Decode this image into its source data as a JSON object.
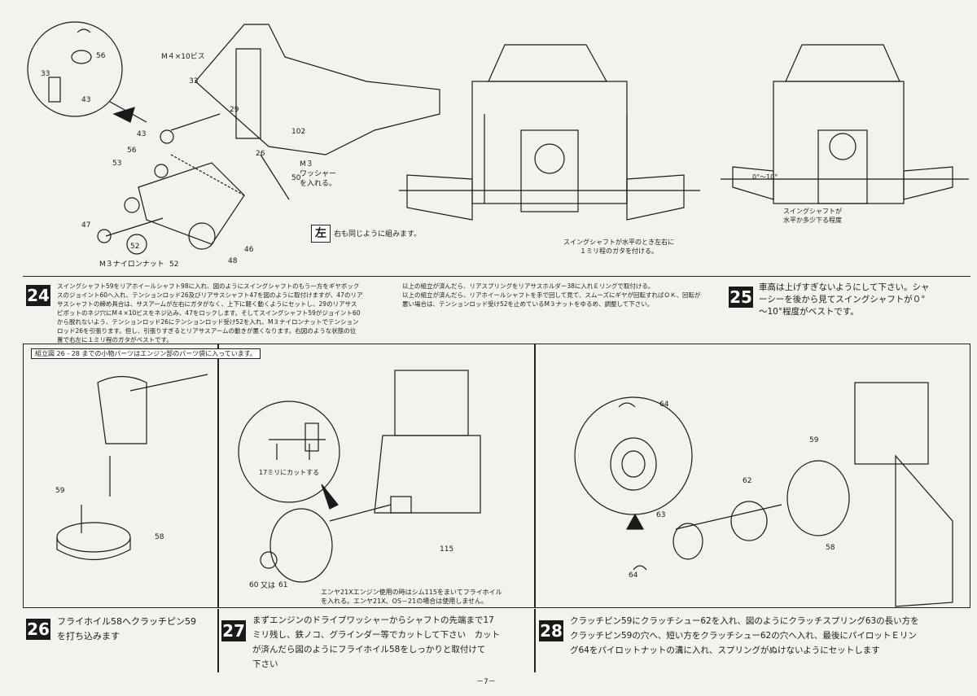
{
  "colors": {
    "ink": "#1a1a1a",
    "paper": "#f4f2ec"
  },
  "top": {
    "callouts": {
      "m4_screw": "M４×10ビス",
      "m3_washer": "M３\nワッシャー\nを入れる。",
      "m3_nylon_nut": "M３ナイロンナット",
      "left_badge": "左",
      "left_note": "右も同じように組みます。",
      "level_note": "スイングシャフトが水平のとき左右に\n１ミリ程のガタを付ける。",
      "angle_label": "0°〜10°",
      "angle_note": "スイングシャフトが\n水平か多少下る程度"
    },
    "parts": [
      "56",
      "33",
      "43",
      "33",
      "29",
      "102",
      "43",
      "56",
      "26",
      "53",
      "50",
      "47",
      "52",
      "52",
      "48",
      "46"
    ]
  },
  "step24": {
    "number": "24",
    "text_a": "スイングシャフト59をリアホイールシャフト98に入れ、図のようにスイングシャフトのもう一方をギヤボック\nスのジョイント60へ入れ、テンションロッド26及びリアサスシャフト47を図のように取付けますが、47のリア\nサスシャフトの締め具合は、サスアームが左右にガタがなく、上下に軽く動くようにセットし、29のリアサス\nピボットのネジ穴にM４×10ビスをネジ込み、47をロックします。そしてスイングシャフト59がジョイント60\nから脱れないよう、テンションロッド26にテンションロッド受け52を入れ、M３ナイロンナットでテンション\nロッド26を引張ります。但し、引張りすぎるとリアサスアームの動きが悪くなります。右図のような状態の位\n置で右左に１ミリ程のガタがベストです。",
    "text_b": "以上の組立が済んだら、リアスプリングをリアサスホルダー38に入れＥリングで取付ける。\n以上の組立が済んだら、リアホイールシャフトを手で回して見て、スムーズにギヤが回転すればＯＫ、回転が\n悪い場合は、テンションロッド受け52を止めているM３ナットをゆるめ、調整して下さい。"
  },
  "step25": {
    "number": "25",
    "text": "車高は上げすぎないようにして下さい。シャ\nーシーを後から見てスイングシャフトが０°\n〜10°程度がベストです。"
  },
  "mid": {
    "header_note": "組立図 26 - 28 までの小物パーツはエンジン部のパーツ袋に入っています。",
    "cut_note": "17ミリにカットする",
    "shim_note": "エンヤ21Xエンジン使用の時はシム115をまいてフライホイル\nを入れる。エンヤ21X、OS－21の場合は使用しません。",
    "or_label": "又は",
    "parts": [
      "59",
      "58",
      "60",
      "61",
      "115",
      "64",
      "59",
      "62",
      "63",
      "64",
      "58"
    ]
  },
  "step26": {
    "number": "26",
    "text": "フライホイル58へクラッチピン59\nを打ち込みます"
  },
  "step27": {
    "number": "27",
    "text": "まずエンジンのドライブワッシャーからシャフトの先端まで17\nミリ残し、鉄ノコ、グラインダー等でカットして下さい　カット\nが済んだら図のようにフライホイル58をしっかりと取付けて\n下さい"
  },
  "step28": {
    "number": "28",
    "text": "クラッチピン59にクラッチシュー62を入れ、図のようにクラッチスプリング63の長い方を\nクラッチピン59の穴へ、短い方をクラッチシュー62の穴へ入れ、最後にパイロットＥリン\nグ64をパイロットナットの溝に入れ、スプリングがぬけないようにセットします"
  },
  "footer": {
    "page": "－7－"
  }
}
